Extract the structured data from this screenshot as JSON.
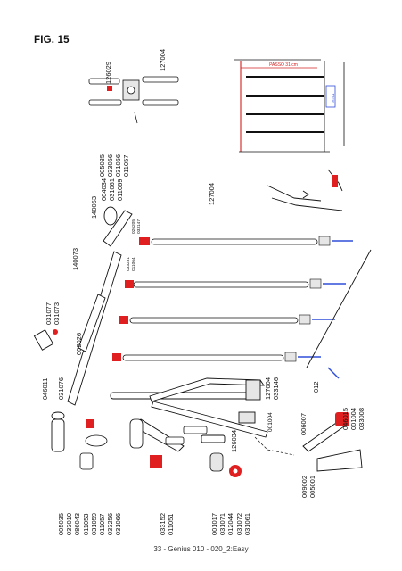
{
  "figure": {
    "title": "FIG. 15",
    "footer": "33 - Genius 010 - 020_2:Easy",
    "ladder_note": "PASSO 31 cm",
    "step_label": "12cm"
  },
  "callouts": {
    "top_group": [
      "005035",
      "033056",
      "031066",
      "011057",
      "126029",
      "127004"
    ],
    "upper_mid": [
      "140053",
      "004034",
      "031061",
      "011069",
      "026205",
      "033147",
      "033231",
      "011064"
    ],
    "long_tube": [
      "127004"
    ],
    "pad_tube": [
      "140073"
    ],
    "elbow_group": [
      "031077",
      "031073",
      "002026"
    ],
    "left_group": [
      "046011",
      "031076"
    ],
    "bottom_col1": [
      "005035",
      "033010",
      "086043",
      "011053",
      "031059",
      "011057",
      "033256",
      "031066"
    ],
    "bottom_col2": [
      "033152",
      "011051"
    ],
    "bottom_col3": [
      "001017",
      "031071",
      "012044",
      "031072",
      "031061"
    ],
    "frame_group": [
      "127004",
      "033146",
      "001004",
      "006007",
      "126034",
      "012"
    ],
    "right_group": [
      "046015",
      "001004",
      "033008"
    ],
    "foot_group": [
      "009002",
      "005001"
    ]
  },
  "colors": {
    "accent_red": "#e02020",
    "accent_blue": "#2f4fd8",
    "line": "#111111"
  }
}
